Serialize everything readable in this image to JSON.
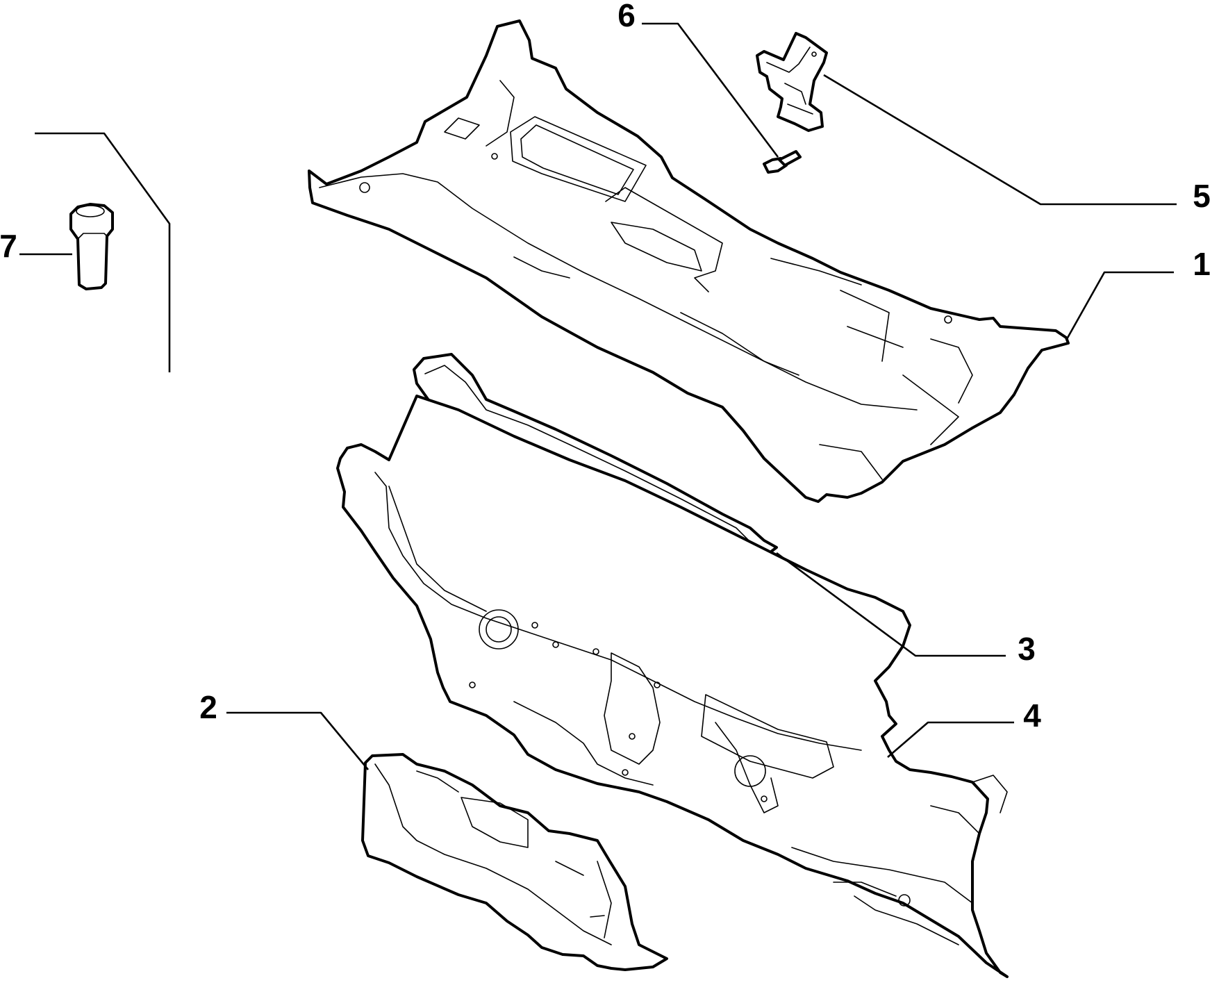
{
  "diagram": {
    "type": "exploded-parts-diagram",
    "colors": {
      "line": "#000000",
      "background": "#ffffff"
    },
    "callouts": [
      {
        "id": "1",
        "label": "1"
      },
      {
        "id": "2",
        "label": "2"
      },
      {
        "id": "3",
        "label": "3"
      },
      {
        "id": "4",
        "label": "4"
      },
      {
        "id": "5",
        "label": "5"
      },
      {
        "id": "6",
        "label": "6"
      },
      {
        "id": "7",
        "label": "7"
      }
    ]
  }
}
